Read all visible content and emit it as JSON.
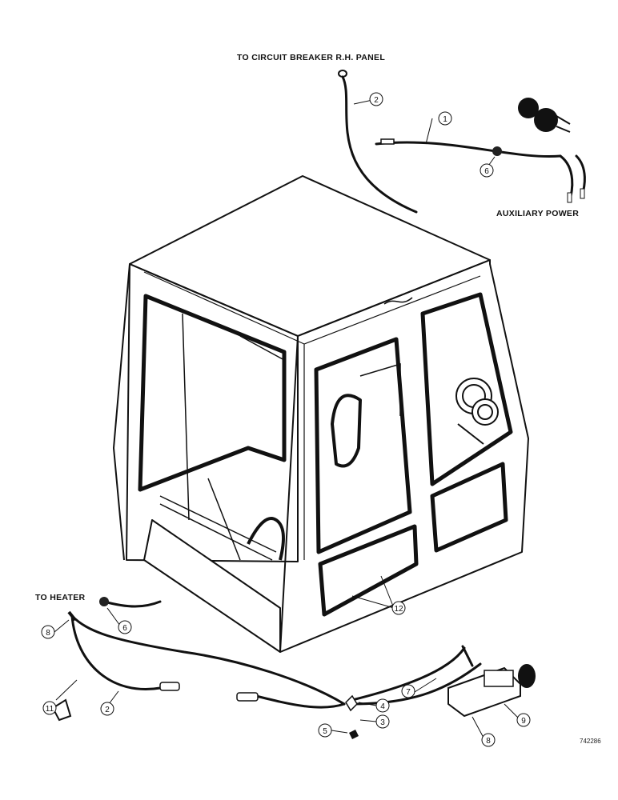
{
  "labels": {
    "circuit_breaker": "TO CIRCUIT BREAKER R.H. PANEL",
    "auxiliary_power": "AUXILIARY POWER",
    "heater": "TO HEATER",
    "drawing_code": "742286"
  },
  "callouts": {
    "c1": "1",
    "c2_top": "2",
    "c6_top": "6",
    "c8_left": "8",
    "c6_left": "6",
    "c12": "12",
    "c11": "11",
    "c2_bottom": "2",
    "c7": "7",
    "c4": "4",
    "c3": "3",
    "c5": "5",
    "c9": "9",
    "c8_bottom": "8"
  }
}
